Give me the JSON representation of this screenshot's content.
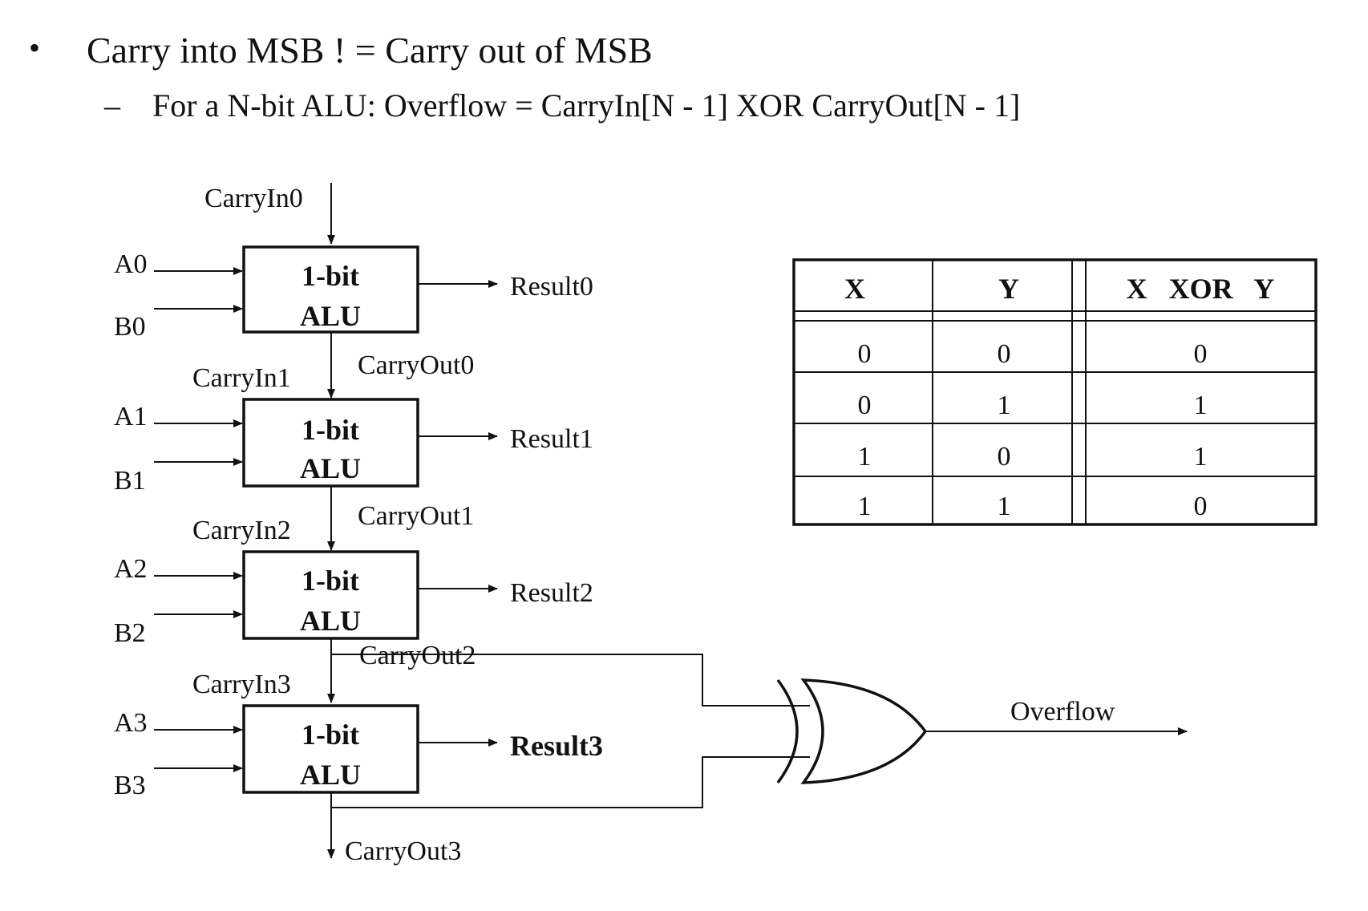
{
  "bullet": {
    "text": "Carry into MSB ! = Carry out of MSB",
    "sub_text": "For a N-bit ALU: Overflow = CarryIn[N - 1]  XOR  CarryOut[N - 1]"
  },
  "alus": [
    {
      "carry_in": "CarryIn0",
      "a": "A0",
      "b": "B0",
      "line1": "1-bit",
      "line2": "ALU",
      "result": "Result0",
      "carry_out": "CarryOut0"
    },
    {
      "carry_in": "CarryIn1",
      "a": "A1",
      "b": "B1",
      "line1": "1-bit",
      "line2": "ALU",
      "result": "Result1",
      "carry_out": "CarryOut1"
    },
    {
      "carry_in": "CarryIn2",
      "a": "A2",
      "b": "B2",
      "line1": "1-bit",
      "line2": "ALU",
      "result": "Result2",
      "carry_out": "CarryOut2"
    },
    {
      "carry_in": "CarryIn3",
      "a": "A3",
      "b": "B3",
      "line1": "1-bit",
      "line2": "ALU",
      "result": "Result3",
      "carry_out": "CarryOut3"
    }
  ],
  "overflow_label": "Overflow",
  "truth_table": {
    "headers": [
      "X",
      "Y",
      "X   XOR   Y"
    ],
    "rows": [
      [
        "0",
        "0",
        "0"
      ],
      [
        "0",
        "1",
        "1"
      ],
      [
        "1",
        "0",
        "1"
      ],
      [
        "1",
        "1",
        "0"
      ]
    ]
  }
}
